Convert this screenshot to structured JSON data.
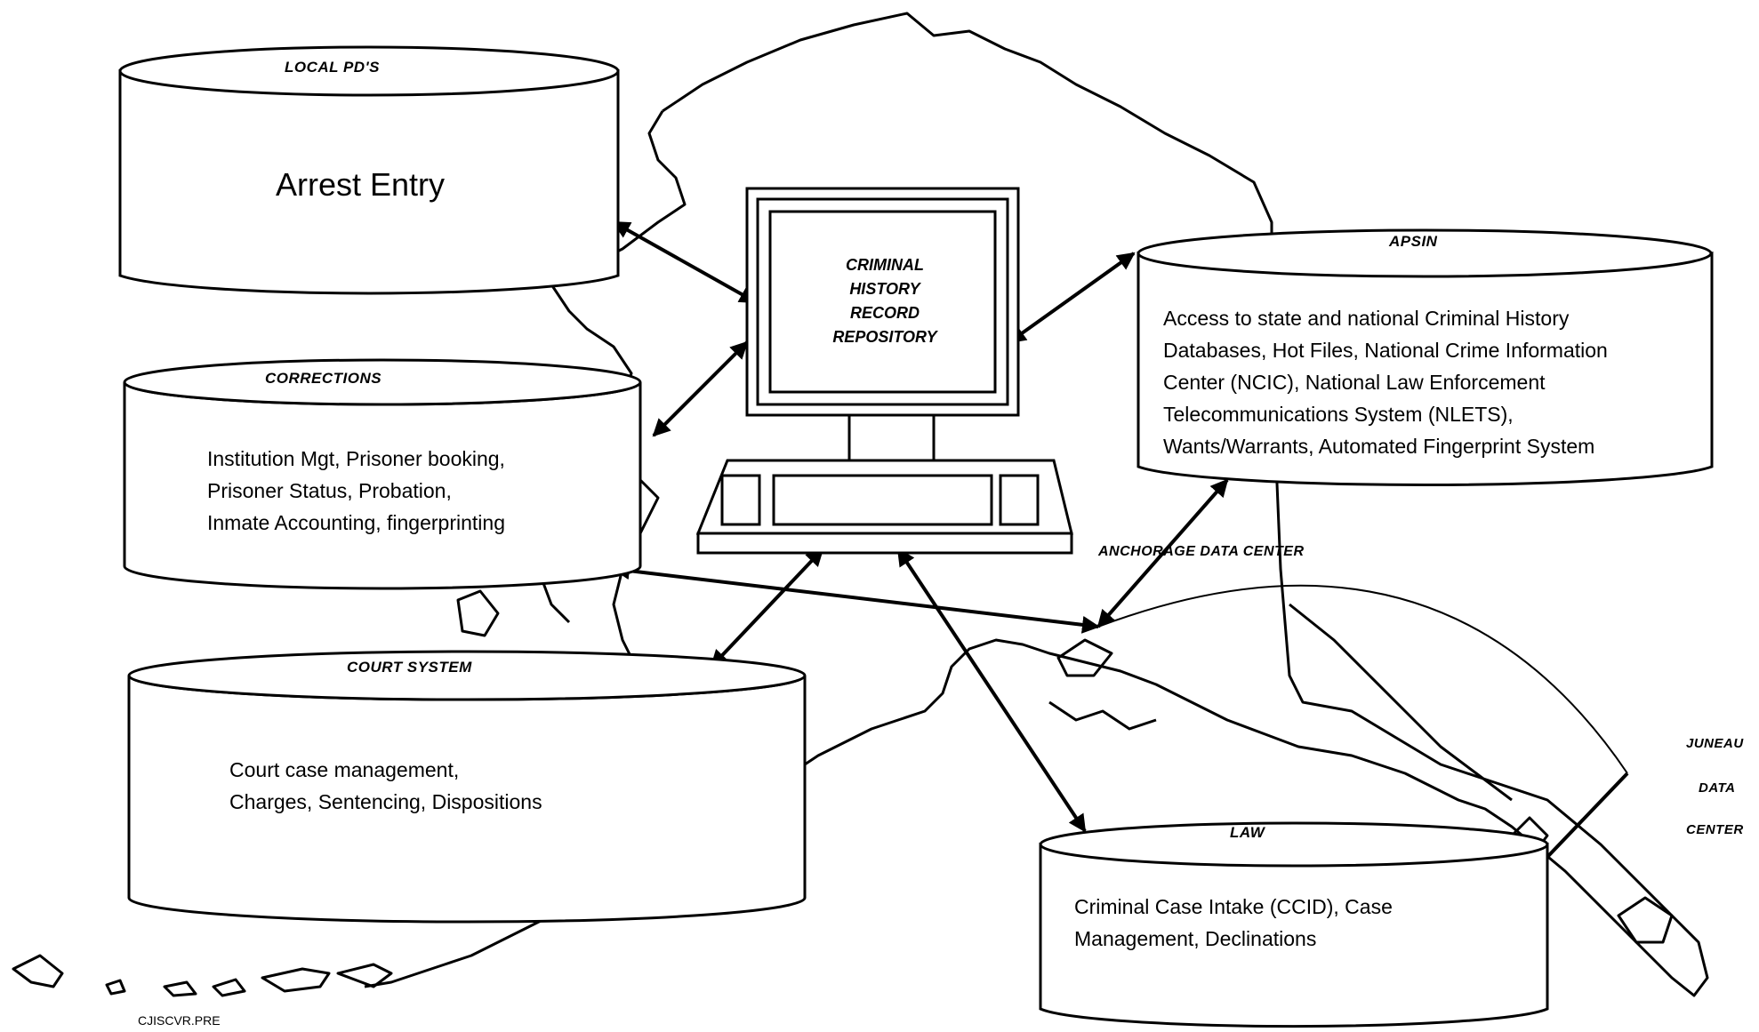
{
  "diagram": {
    "local_pds": {
      "title": "LOCAL PD'S",
      "body": "Arrest Entry"
    },
    "repository": {
      "title": "CRIMINAL\nHISTORY\nRECORD\nREPOSITORY"
    },
    "apsin": {
      "title": "APSIN",
      "body": "Access to state and national Criminal History\nDatabases, Hot Files, National Crime Information\nCenter (NCIC), National Law Enforcement\nTelecommunications System (NLETS),\nWants/Warrants, Automated Fingerprint System"
    },
    "corrections": {
      "title": "CORRECTIONS",
      "body": "Institution Mgt, Prisoner booking,\nPrisoner Status, Probation,\nInmate Accounting, fingerprinting"
    },
    "court_system": {
      "title": "COURT SYSTEM",
      "body": "Court case management,\nCharges, Sentencing, Dispositions"
    },
    "law": {
      "title": "LAW",
      "body": "Criminal Case Intake (CCID), Case\nManagement, Declinations"
    },
    "anchorage_label": "ANCHORAGE DATA CENTER",
    "juneau_label": [
      "JUNEAU",
      "DATA",
      "CENTER"
    ],
    "footer_code": "CJISCVR.PRE"
  }
}
